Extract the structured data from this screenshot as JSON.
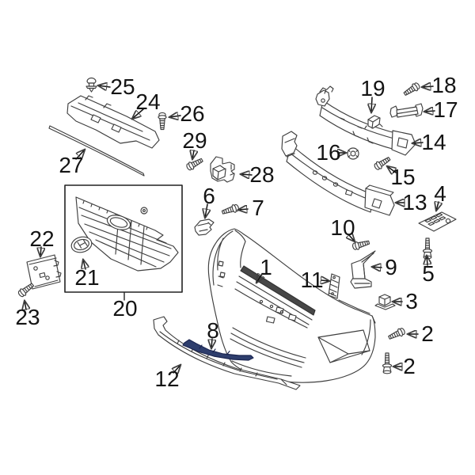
{
  "diagram": {
    "background_color": "#ffffff",
    "line_color": "#3f3f3f",
    "label_color": "#141414",
    "highlight_color": "#2e3e6d",
    "highlighted_num": "8",
    "callouts": [
      {
        "num": "1"
      },
      {
        "num": "2"
      },
      {
        "num": "2"
      },
      {
        "num": "3"
      },
      {
        "num": "4"
      },
      {
        "num": "5"
      },
      {
        "num": "6"
      },
      {
        "num": "7"
      },
      {
        "num": "8"
      },
      {
        "num": "9"
      },
      {
        "num": "10"
      },
      {
        "num": "11"
      },
      {
        "num": "12"
      },
      {
        "num": "13"
      },
      {
        "num": "14"
      },
      {
        "num": "15"
      },
      {
        "num": "16"
      },
      {
        "num": "17"
      },
      {
        "num": "18"
      },
      {
        "num": "19"
      },
      {
        "num": "20"
      },
      {
        "num": "21"
      },
      {
        "num": "22"
      },
      {
        "num": "23"
      },
      {
        "num": "24"
      },
      {
        "num": "25"
      },
      {
        "num": "26"
      },
      {
        "num": "27"
      },
      {
        "num": "28"
      },
      {
        "num": "29"
      }
    ]
  }
}
